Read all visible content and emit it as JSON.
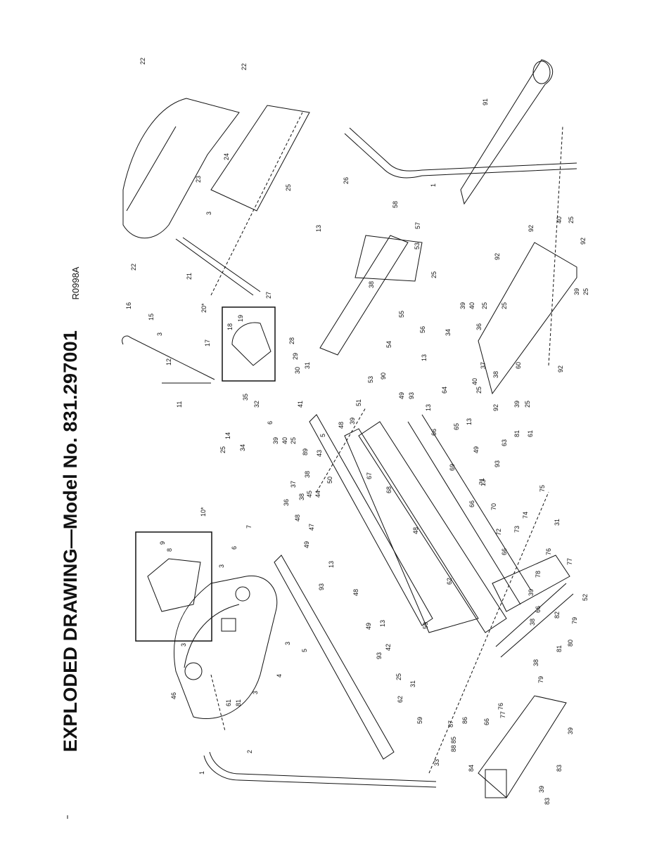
{
  "title": "EXPLODED DRAWING—Model No. 831.297001",
  "reference": "R0998A",
  "labels": [
    "1",
    "2",
    "3",
    "4",
    "5",
    "6",
    "7",
    "8",
    "9",
    "10*",
    "11",
    "12",
    "13",
    "14",
    "15",
    "16",
    "17",
    "18",
    "19",
    "20*",
    "21",
    "22",
    "23",
    "24",
    "25",
    "26",
    "27",
    "28",
    "29",
    "30",
    "31",
    "32",
    "33",
    "34",
    "35",
    "36",
    "37",
    "38",
    "39",
    "40",
    "41",
    "42",
    "43",
    "44",
    "45",
    "46",
    "47",
    "48",
    "49",
    "50",
    "51",
    "52",
    "53",
    "54",
    "55",
    "56",
    "57",
    "58",
    "59",
    "60",
    "61",
    "62",
    "63",
    "64",
    "65",
    "66",
    "67",
    "68",
    "69",
    "70",
    "71",
    "72",
    "73",
    "74",
    "75",
    "76",
    "77",
    "78",
    "79",
    "80",
    "81",
    "82",
    "83",
    "84",
    "85",
    "86",
    "87",
    "88",
    "89",
    "90",
    "91",
    "92",
    "93"
  ]
}
